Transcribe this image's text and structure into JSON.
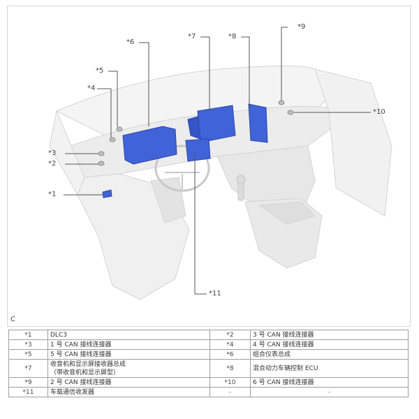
{
  "figure": {
    "code": "C",
    "callouts": {
      "c1": "*1",
      "c2": "*2",
      "c3": "*3",
      "c4": "*4",
      "c5": "*5",
      "c6": "*6",
      "c7": "*7",
      "c8": "*8",
      "c9": "*9",
      "c10": "*10",
      "c11": "*11"
    },
    "colors": {
      "highlight": "#3f5fd6",
      "line": "#555555",
      "interior": "#ededed"
    }
  },
  "legend": {
    "rows": [
      {
        "k1": "*1",
        "v1": "DLC3",
        "k2": "*2",
        "v2": "3 号 CAN 接线连接器"
      },
      {
        "k1": "*3",
        "v1": "1 号 CAN 接线连接器",
        "k2": "*4",
        "v2": "4 号 CAN 接线连接器"
      },
      {
        "k1": "*5",
        "v1": "5 号 CAN 接线连接器",
        "k2": "*6",
        "v2": "组合仪表总成"
      },
      {
        "k1": "*7",
        "v1a": "收音机和显示屏接收器总成",
        "v1b": "（带收音机和显示屏型）",
        "k2": "*8",
        "v2": "混合动力车辆控制 ECU"
      },
      {
        "k1": "*9",
        "v1": "2 号 CAN 接线连接器",
        "k2": "*10",
        "v2": "6 号 CAN 接线连接器"
      },
      {
        "k1": "*11",
        "v1": "车载通信收发器",
        "k2": "-",
        "v2": "-"
      }
    ]
  }
}
